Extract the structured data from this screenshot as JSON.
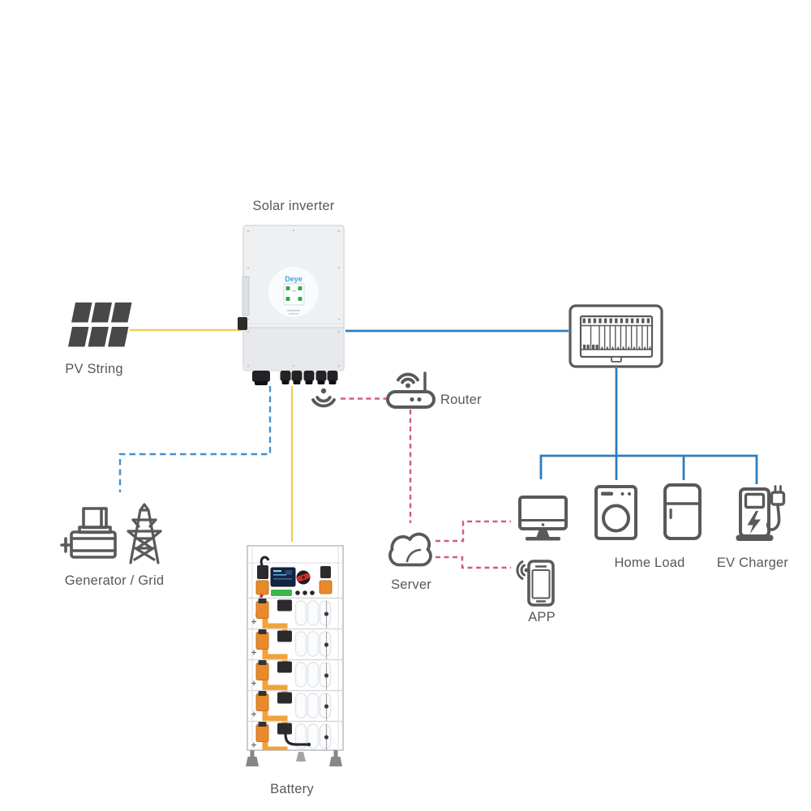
{
  "diagram": {
    "brand": "Deye",
    "labels": {
      "solar_inverter": "Solar inverter",
      "pv_string": "PV String",
      "generator_grid": "Generator / Grid",
      "battery": "Battery",
      "router": "Router",
      "server": "Server",
      "app": "APP",
      "home_load": "Home Load",
      "ev_charger": "EV Charger"
    },
    "colors": {
      "pv_dc_line": "#eecf63",
      "ac_line": "#2e7dbe",
      "generator_line": "#4490cd",
      "comm_line": "#d25c7f",
      "icon_stroke": "#58595b",
      "label_text": "#57585a",
      "brand_blue": "#35a8e0",
      "panel_dark": "#474849",
      "battery_orange": "#f2a239",
      "battery_terminal": "#e8892b",
      "alarm_red": "#c63031",
      "ok_green": "#3cb54a"
    }
  }
}
